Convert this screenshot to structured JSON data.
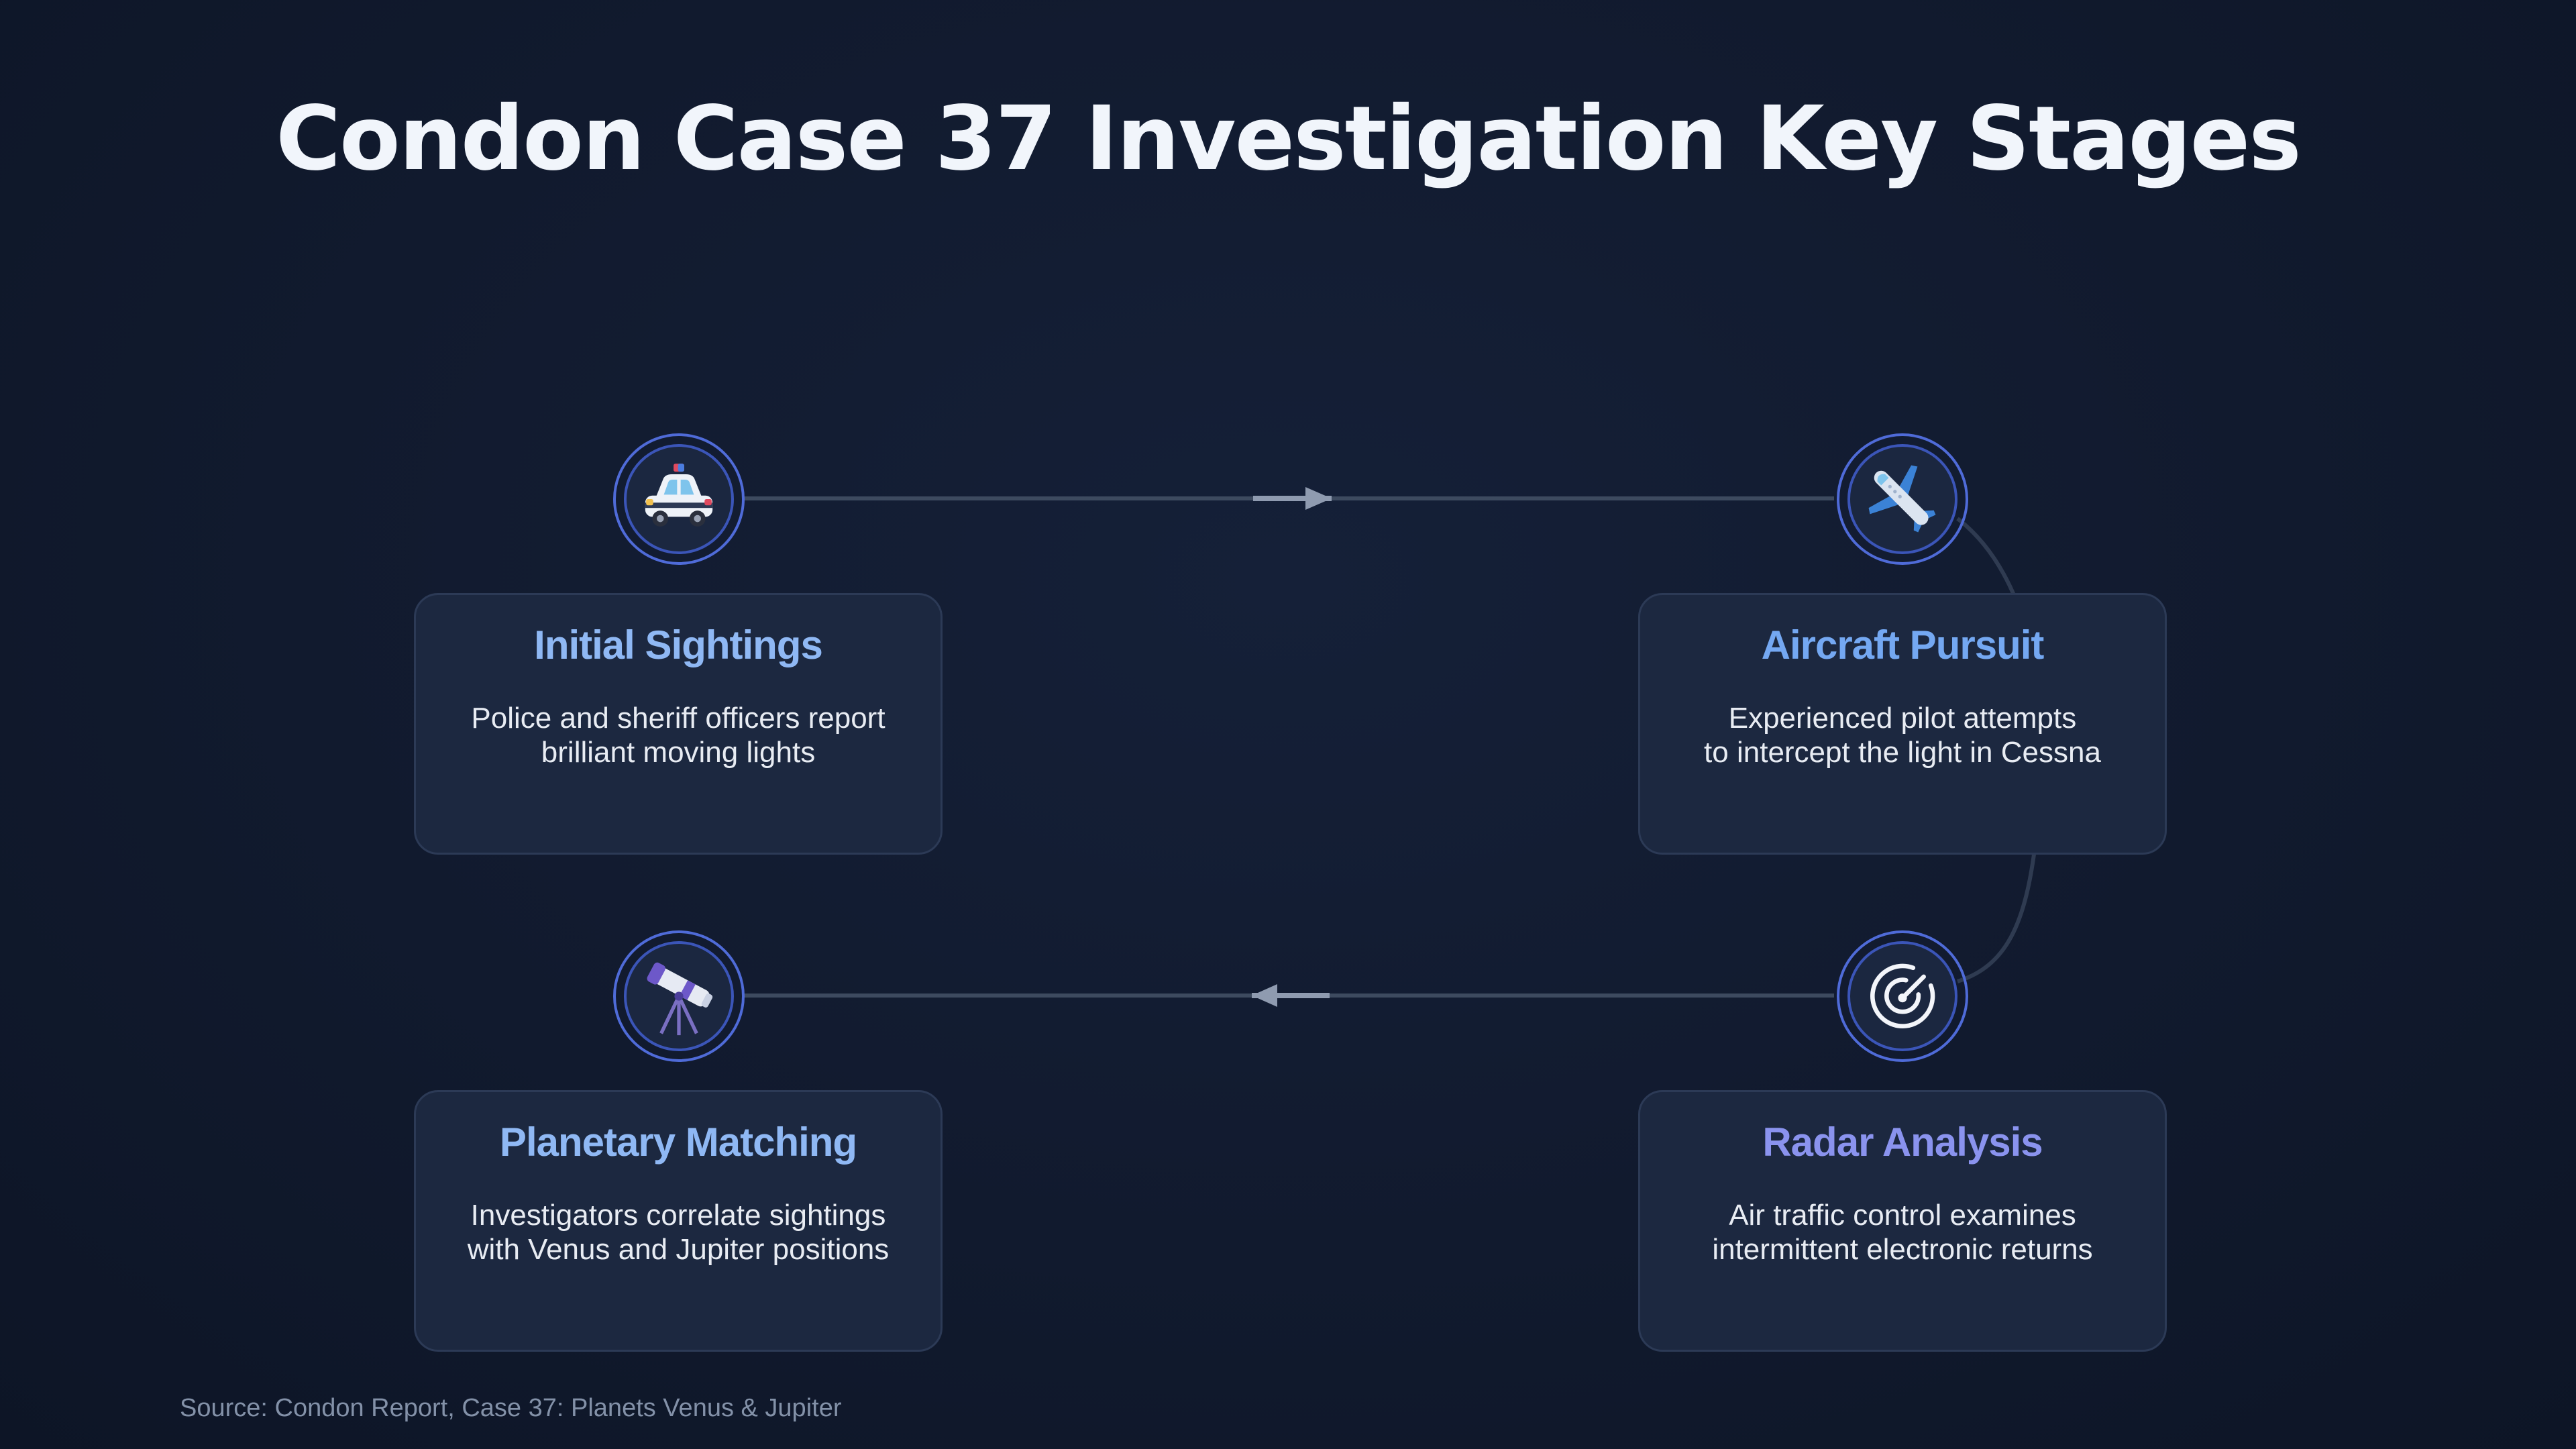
{
  "title": "Condon Case 37 Investigation Key Stages",
  "stages": [
    {
      "title": "Initial Sightings",
      "description": "Police and sheriff officers report\nbrilliant moving lights",
      "icon": "police-car-icon",
      "color": "#8fb8f4"
    },
    {
      "title": "Aircraft Pursuit",
      "description": "Experienced pilot attempts\nto intercept the light in Cessna",
      "icon": "airplane-icon",
      "color": "#74a8f2"
    },
    {
      "title": "Radar Analysis",
      "description": "Air traffic control examines\nintermittent electronic returns",
      "icon": "radar-icon",
      "color": "#8a93ee"
    },
    {
      "title": "Planetary Matching",
      "description": "Investigators correlate sightings\nwith Venus and Jupiter positions",
      "icon": "telescope-icon",
      "color": "#8fb8f4"
    }
  ],
  "source": "Source: Condon Report, Case 37: Planets Venus & Jupiter"
}
